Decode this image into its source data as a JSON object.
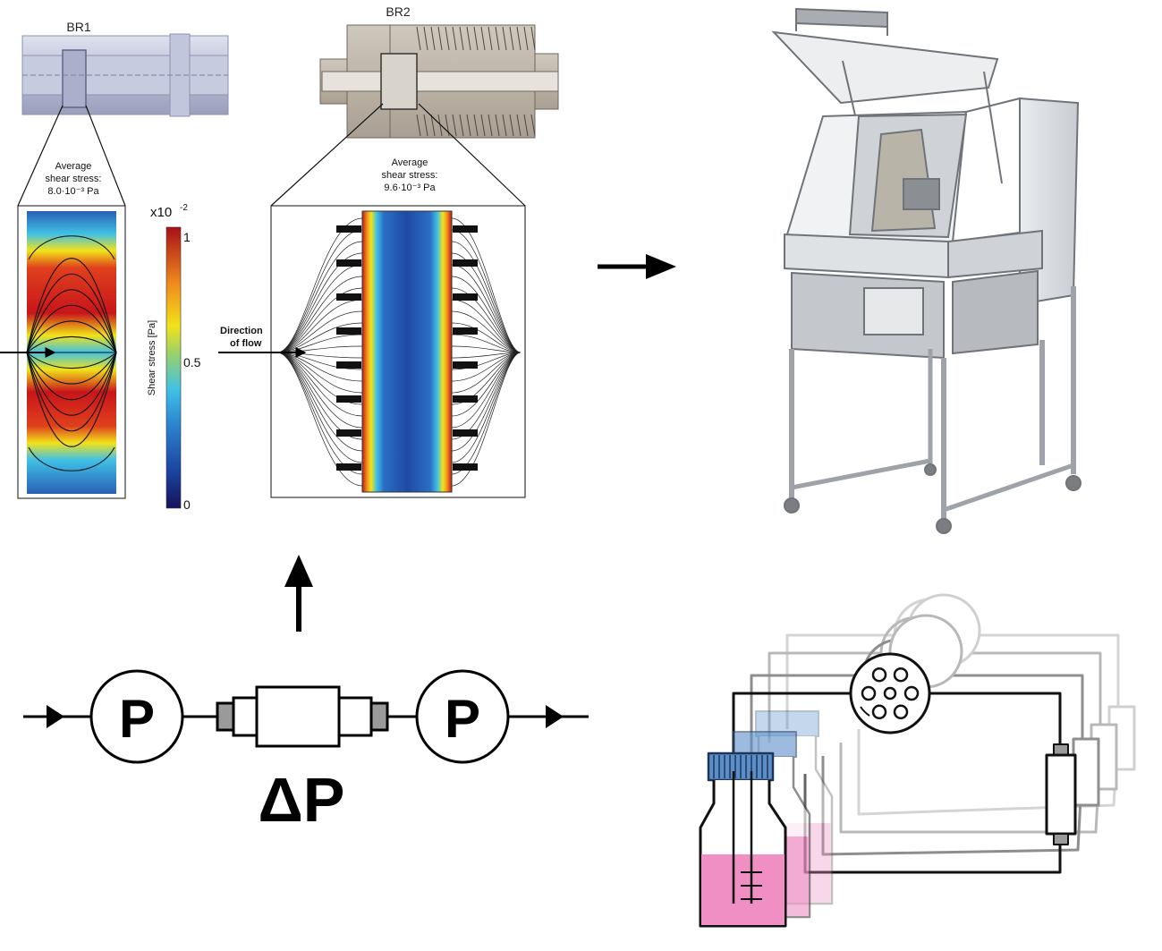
{
  "br1": {
    "label": "BR1",
    "stress_title_1": "Average",
    "stress_title_2": "shear stress:",
    "stress_value": "8.0·10⁻³ Pa"
  },
  "br2": {
    "label": "BR2",
    "stress_title_1": "Average",
    "stress_title_2": "shear stress:",
    "stress_value": "9.6·10⁻³ Pa"
  },
  "colorbar": {
    "multiplier": "x10",
    "exponent": "-2",
    "axis_label": "Shear stress [Pa]",
    "ticks": [
      "1",
      "0.5",
      "0"
    ]
  },
  "flow_label_1": "Direction",
  "flow_label_2": "of flow",
  "schematic": {
    "pressure_left": "P",
    "pressure_right": "P",
    "delta_label": "ΔP"
  },
  "colors": {
    "jet_red": "#c8151b",
    "jet_yellow": "#f2e21a",
    "jet_cyan": "#3fc1e6",
    "jet_blue": "#1a3f9c",
    "bottle_cap": "#5b8fc9",
    "media_pink": "#ef8fc4"
  }
}
